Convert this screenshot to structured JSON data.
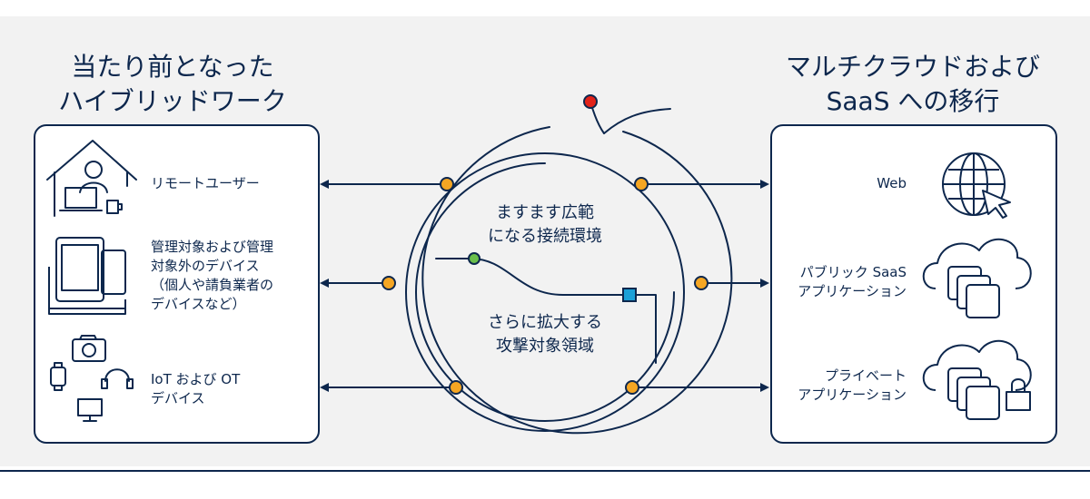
{
  "left": {
    "heading": [
      "当たり前となった",
      "ハイブリッドワーク"
    ],
    "items": [
      {
        "lines": [
          "リモートユーザー"
        ],
        "icon": "remote-user-home-icon"
      },
      {
        "lines": [
          "管理対象および管理",
          "対象外のデバイス",
          "（個人や請負業者の",
          "デバイスなど）"
        ],
        "icon": "devices-icon"
      },
      {
        "lines": [
          "IoT および OT",
          "デバイス"
        ],
        "icon": "iot-ot-devices-icon"
      }
    ]
  },
  "right": {
    "heading": [
      "マルチクラウドおよび",
      "SaaS への移行"
    ],
    "items": [
      {
        "lines": [
          "Web"
        ],
        "icon": "globe-cursor-icon"
      },
      {
        "lines": [
          "パブリック SaaS",
          "アプリケーション"
        ],
        "icon": "cloud-apps-icon"
      },
      {
        "lines": [
          "プライベート",
          "アプリケーション"
        ],
        "icon": "cloud-apps-lock-icon"
      }
    ]
  },
  "center": {
    "top_text": [
      "ますます広範",
      "になる接続環境"
    ],
    "bottom_text": [
      "さらに拡大する",
      "攻撃対象領域"
    ]
  },
  "colors": {
    "navy": "#0d274d",
    "orange": "#f5a623",
    "red": "#e2231a",
    "green": "#6abf4b",
    "blue": "#1ba0d7",
    "background": "#f2f2f2"
  }
}
